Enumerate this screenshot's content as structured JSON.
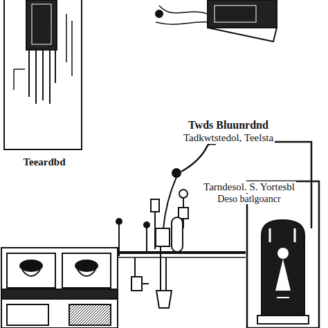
{
  "diagram": {
    "labels": [
      "Twds Bluunrdnd",
      "Tadkwtstedol, Teelsta",
      "Tarndesol. S. Yortesbl",
      "Deso batlgoancr",
      "Teeardbd"
    ]
  }
}
